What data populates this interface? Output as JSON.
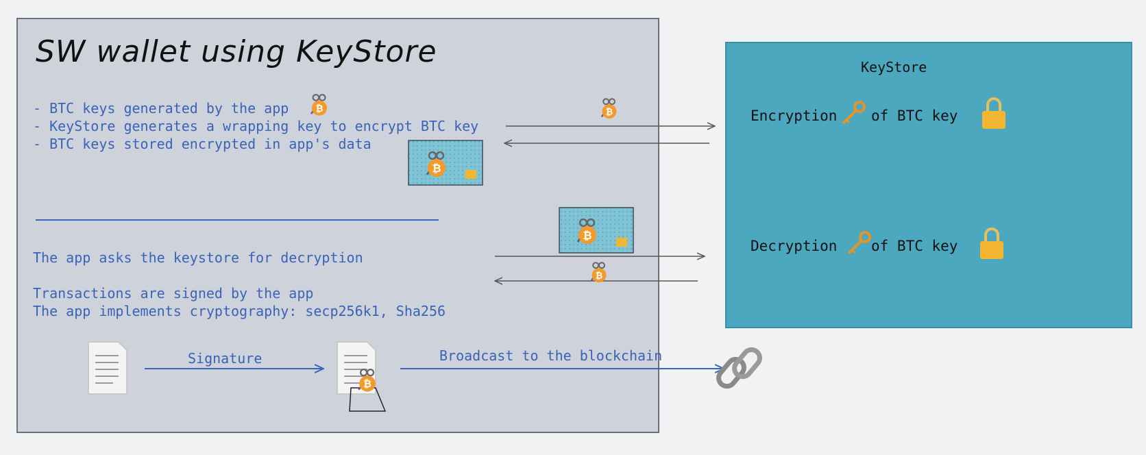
{
  "wallet": {
    "title": "SW wallet using KeyStore",
    "bullets": [
      "- BTC keys generated by the app",
      "- KeyStore generates a wrapping key to encrypt BTC key",
      "- BTC keys stored encrypted in app's data"
    ],
    "decrypt_text": "The app asks the keystore for decryption",
    "signed_text": "Transactions are signed by the app",
    "crypto_text": "The app implements cryptography: secp256k1, Sha256",
    "signature_label": "Signature",
    "broadcast_label": "Broadcast to the blockchain"
  },
  "keystore": {
    "title": "KeyStore",
    "encryption_prefix": "Encryption",
    "encryption_suffix": "of BTC key",
    "decryption_prefix": "Decryption",
    "decryption_suffix": "of BTC key"
  },
  "colors": {
    "wallet_bg": "#ced2da",
    "keystore_bg": "#4ba8bf",
    "text_blue": "#3a63b8",
    "bitcoin_orange": "#f39a2c",
    "lock_gold": "#f2b632"
  },
  "icons": [
    "bitcoin-key-icon",
    "key-icon",
    "lock-icon",
    "document-icon",
    "chain-link-icon"
  ]
}
